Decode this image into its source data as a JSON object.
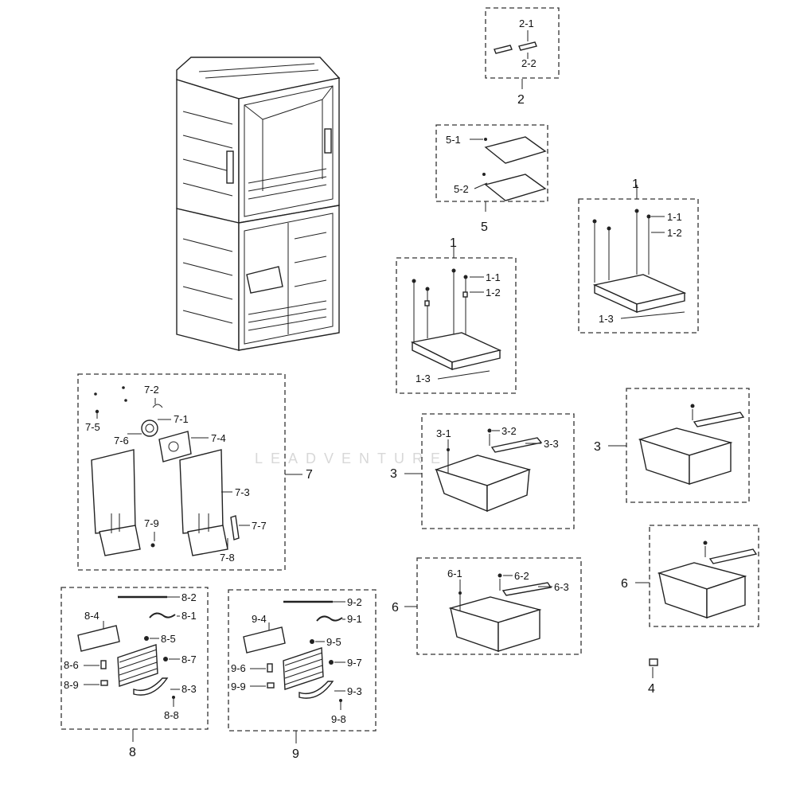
{
  "watermark": "LEADVENTURE",
  "labels": {
    "g2": "2",
    "g2_1": "2-1",
    "g2_2": "2-2",
    "g5": "5",
    "g5_1": "5-1",
    "g5_2": "5-2",
    "g1a": "1",
    "g1a_1": "1-1",
    "g1a_2": "1-2",
    "g1a_3": "1-3",
    "g1b": "1",
    "g1b_1": "1-1",
    "g1b_2": "1-2",
    "g1b_3": "1-3",
    "g3a": "3",
    "g3a_1": "3-1",
    "g3a_2": "3-2",
    "g3a_3": "3-3",
    "g3b": "3",
    "g6a": "6",
    "g6a_1": "6-1",
    "g6a_2": "6-2",
    "g6a_3": "6-3",
    "g6b": "6",
    "g4": "4",
    "g7": "7",
    "g7_1": "7-1",
    "g7_2": "7-2",
    "g7_3": "7-3",
    "g7_4": "7-4",
    "g7_5": "7-5",
    "g7_6": "7-6",
    "g7_7": "7-7",
    "g7_8": "7-8",
    "g7_9": "7-9",
    "g8": "8",
    "g8_1": "8-1",
    "g8_2": "8-2",
    "g8_3": "8-3",
    "g8_4": "8-4",
    "g8_5": "8-5",
    "g8_6": "8-6",
    "g8_7": "8-7",
    "g8_8": "8-8",
    "g8_9": "8-9",
    "g9": "9",
    "g9_1": "9-1",
    "g9_2": "9-2",
    "g9_3": "9-3",
    "g9_4": "9-4",
    "g9_5": "9-5",
    "g9_6": "9-6",
    "g9_7": "9-7",
    "g9_8": "9-8",
    "g9_9": "9-9"
  }
}
